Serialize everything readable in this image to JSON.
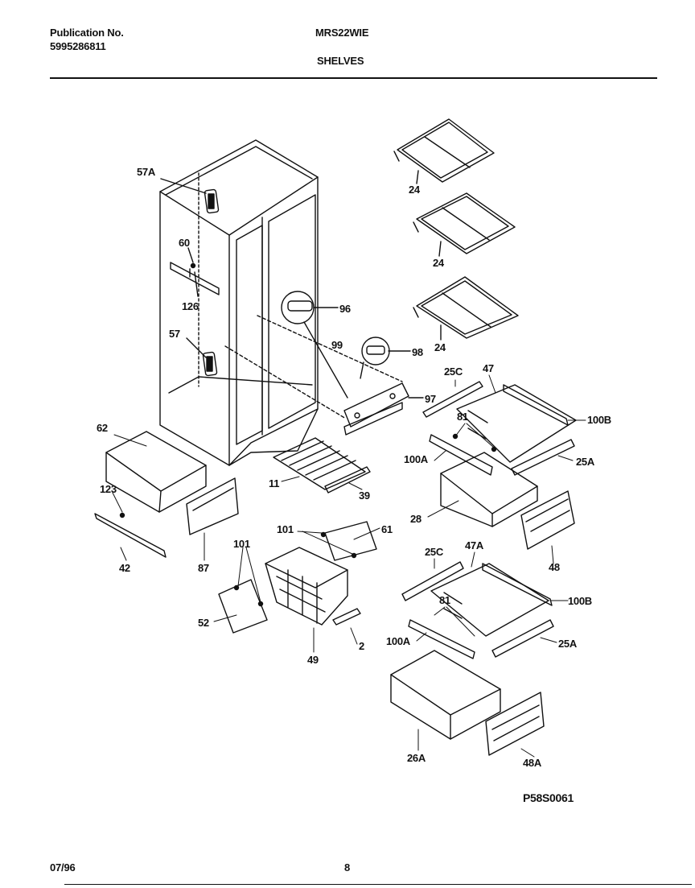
{
  "header": {
    "publication_label": "Publication No.",
    "publication_number": "5995286811",
    "model": "MRS22WIE",
    "section": "SHELVES"
  },
  "footer": {
    "date": "07/96",
    "page": "8"
  },
  "diagram_code": "P58S0061",
  "callouts": {
    "c57a": "57A",
    "c60": "60",
    "c126": "126",
    "c57": "57",
    "c96": "96",
    "c99": "99",
    "c98": "98",
    "c97": "97",
    "c62": "62",
    "c123": "123",
    "c42": "42",
    "c87": "87",
    "c11": "11",
    "c39": "39",
    "c101a": "101",
    "c61": "61",
    "c101b": "101",
    "c52": "52",
    "c49": "49",
    "c2": "2",
    "c24a": "24",
    "c24b": "24",
    "c24c": "24",
    "c25c_a": "25C",
    "c47": "47",
    "c100b_a": "100B",
    "c81_a": "81",
    "c100a_a": "100A",
    "c25a_a": "25A",
    "c28": "28",
    "c48": "48",
    "c25c_b": "25C",
    "c47a": "47A",
    "c100b_b": "100B",
    "c81_b": "81",
    "c100a_b": "100A",
    "c25a_b": "25A",
    "c26a": "26A",
    "c48a": "48A"
  }
}
